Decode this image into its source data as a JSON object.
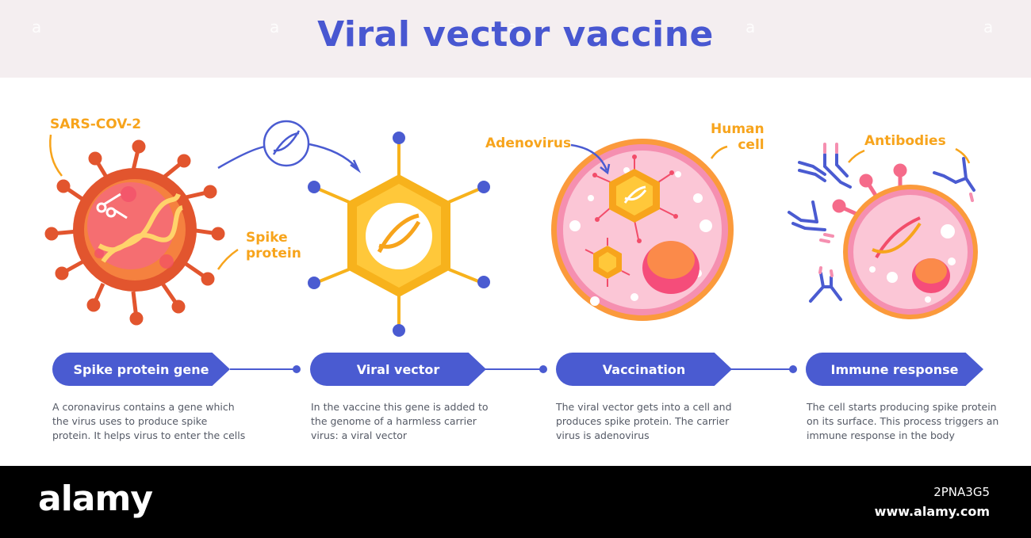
{
  "title": "Viral vector vaccine",
  "labels": {
    "sars": "SARS-COV-2",
    "spike": "Spike\nprotein",
    "adenovirus": "Adenovirus",
    "human_cell": "Human\ncell",
    "antibodies": "Antibodies"
  },
  "steps": [
    {
      "label": "Spike protein gene",
      "desc": "A coronavirus contains a gene which the virus uses to produce spike protein. It helps virus to enter the cells"
    },
    {
      "label": "Viral vector",
      "desc": "In the vaccine this gene is added to the genome of a harmless carrier virus: a viral vector"
    },
    {
      "label": "Vaccination",
      "desc": "The viral vector gets into a cell and produces spike protein. The carrier virus is adenovirus"
    },
    {
      "label": "Immune response",
      "desc": "The cell starts producing spike protein on its surface. This process triggers an immune response in the body"
    }
  ],
  "footer": {
    "brand": "alamy",
    "code": "2PNA3G5",
    "site": "www.alamy.com"
  },
  "colors": {
    "primary": "#4a5bd1",
    "accent": "#f7a41c",
    "virus": "#e2552e",
    "cell": "#f58fb0"
  }
}
